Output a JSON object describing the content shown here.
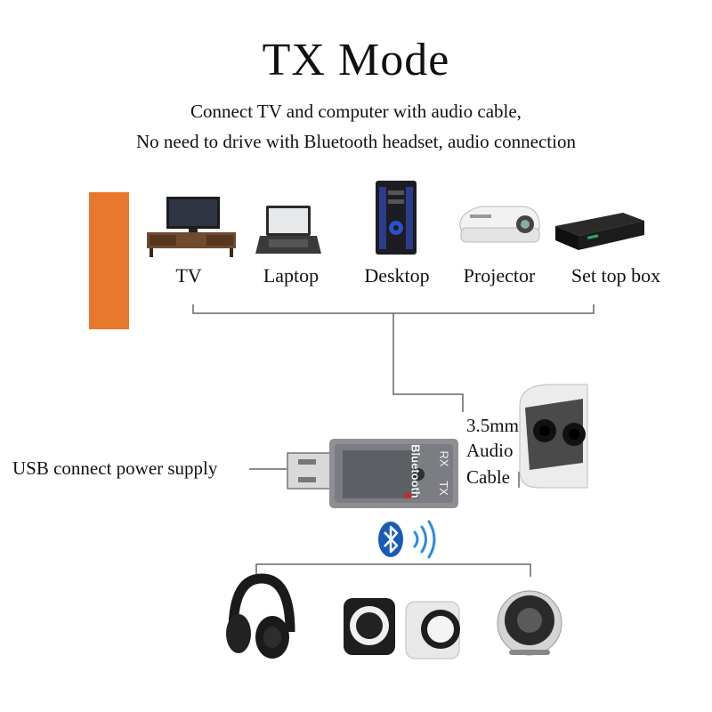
{
  "title": "TX Mode",
  "subtitle_line1": "Connect TV and computer with audio cable,",
  "subtitle_line2": "No need to drive with Bluetooth headset, audio connection",
  "devices": [
    {
      "name": "tv",
      "label": "TV",
      "icon": "tv-icon"
    },
    {
      "name": "laptop",
      "label": "Laptop",
      "icon": "laptop-icon"
    },
    {
      "name": "desktop",
      "label": "Desktop",
      "icon": "desktop-tower-icon"
    },
    {
      "name": "projector",
      "label": "Projector",
      "icon": "projector-icon"
    },
    {
      "name": "set-top-box",
      "label": "Set top box",
      "icon": "set-top-box-icon"
    }
  ],
  "usb_label": "USB connect power supply",
  "cable_label": [
    "3.5mm",
    "Audio",
    "Cable"
  ],
  "adapter": {
    "brand": "Bluetooth",
    "port_rx": "RX",
    "port_tx": "TX"
  },
  "outputs": [
    {
      "name": "headphones",
      "icon": "headphones-icon"
    },
    {
      "name": "desktop-speakers",
      "icon": "speakers-icon"
    },
    {
      "name": "sphere-speaker",
      "icon": "sphere-speaker-icon"
    }
  ],
  "colors": {
    "accent": "#e8782b",
    "bluetooth": "#1a5bb8",
    "line": "#666666"
  }
}
